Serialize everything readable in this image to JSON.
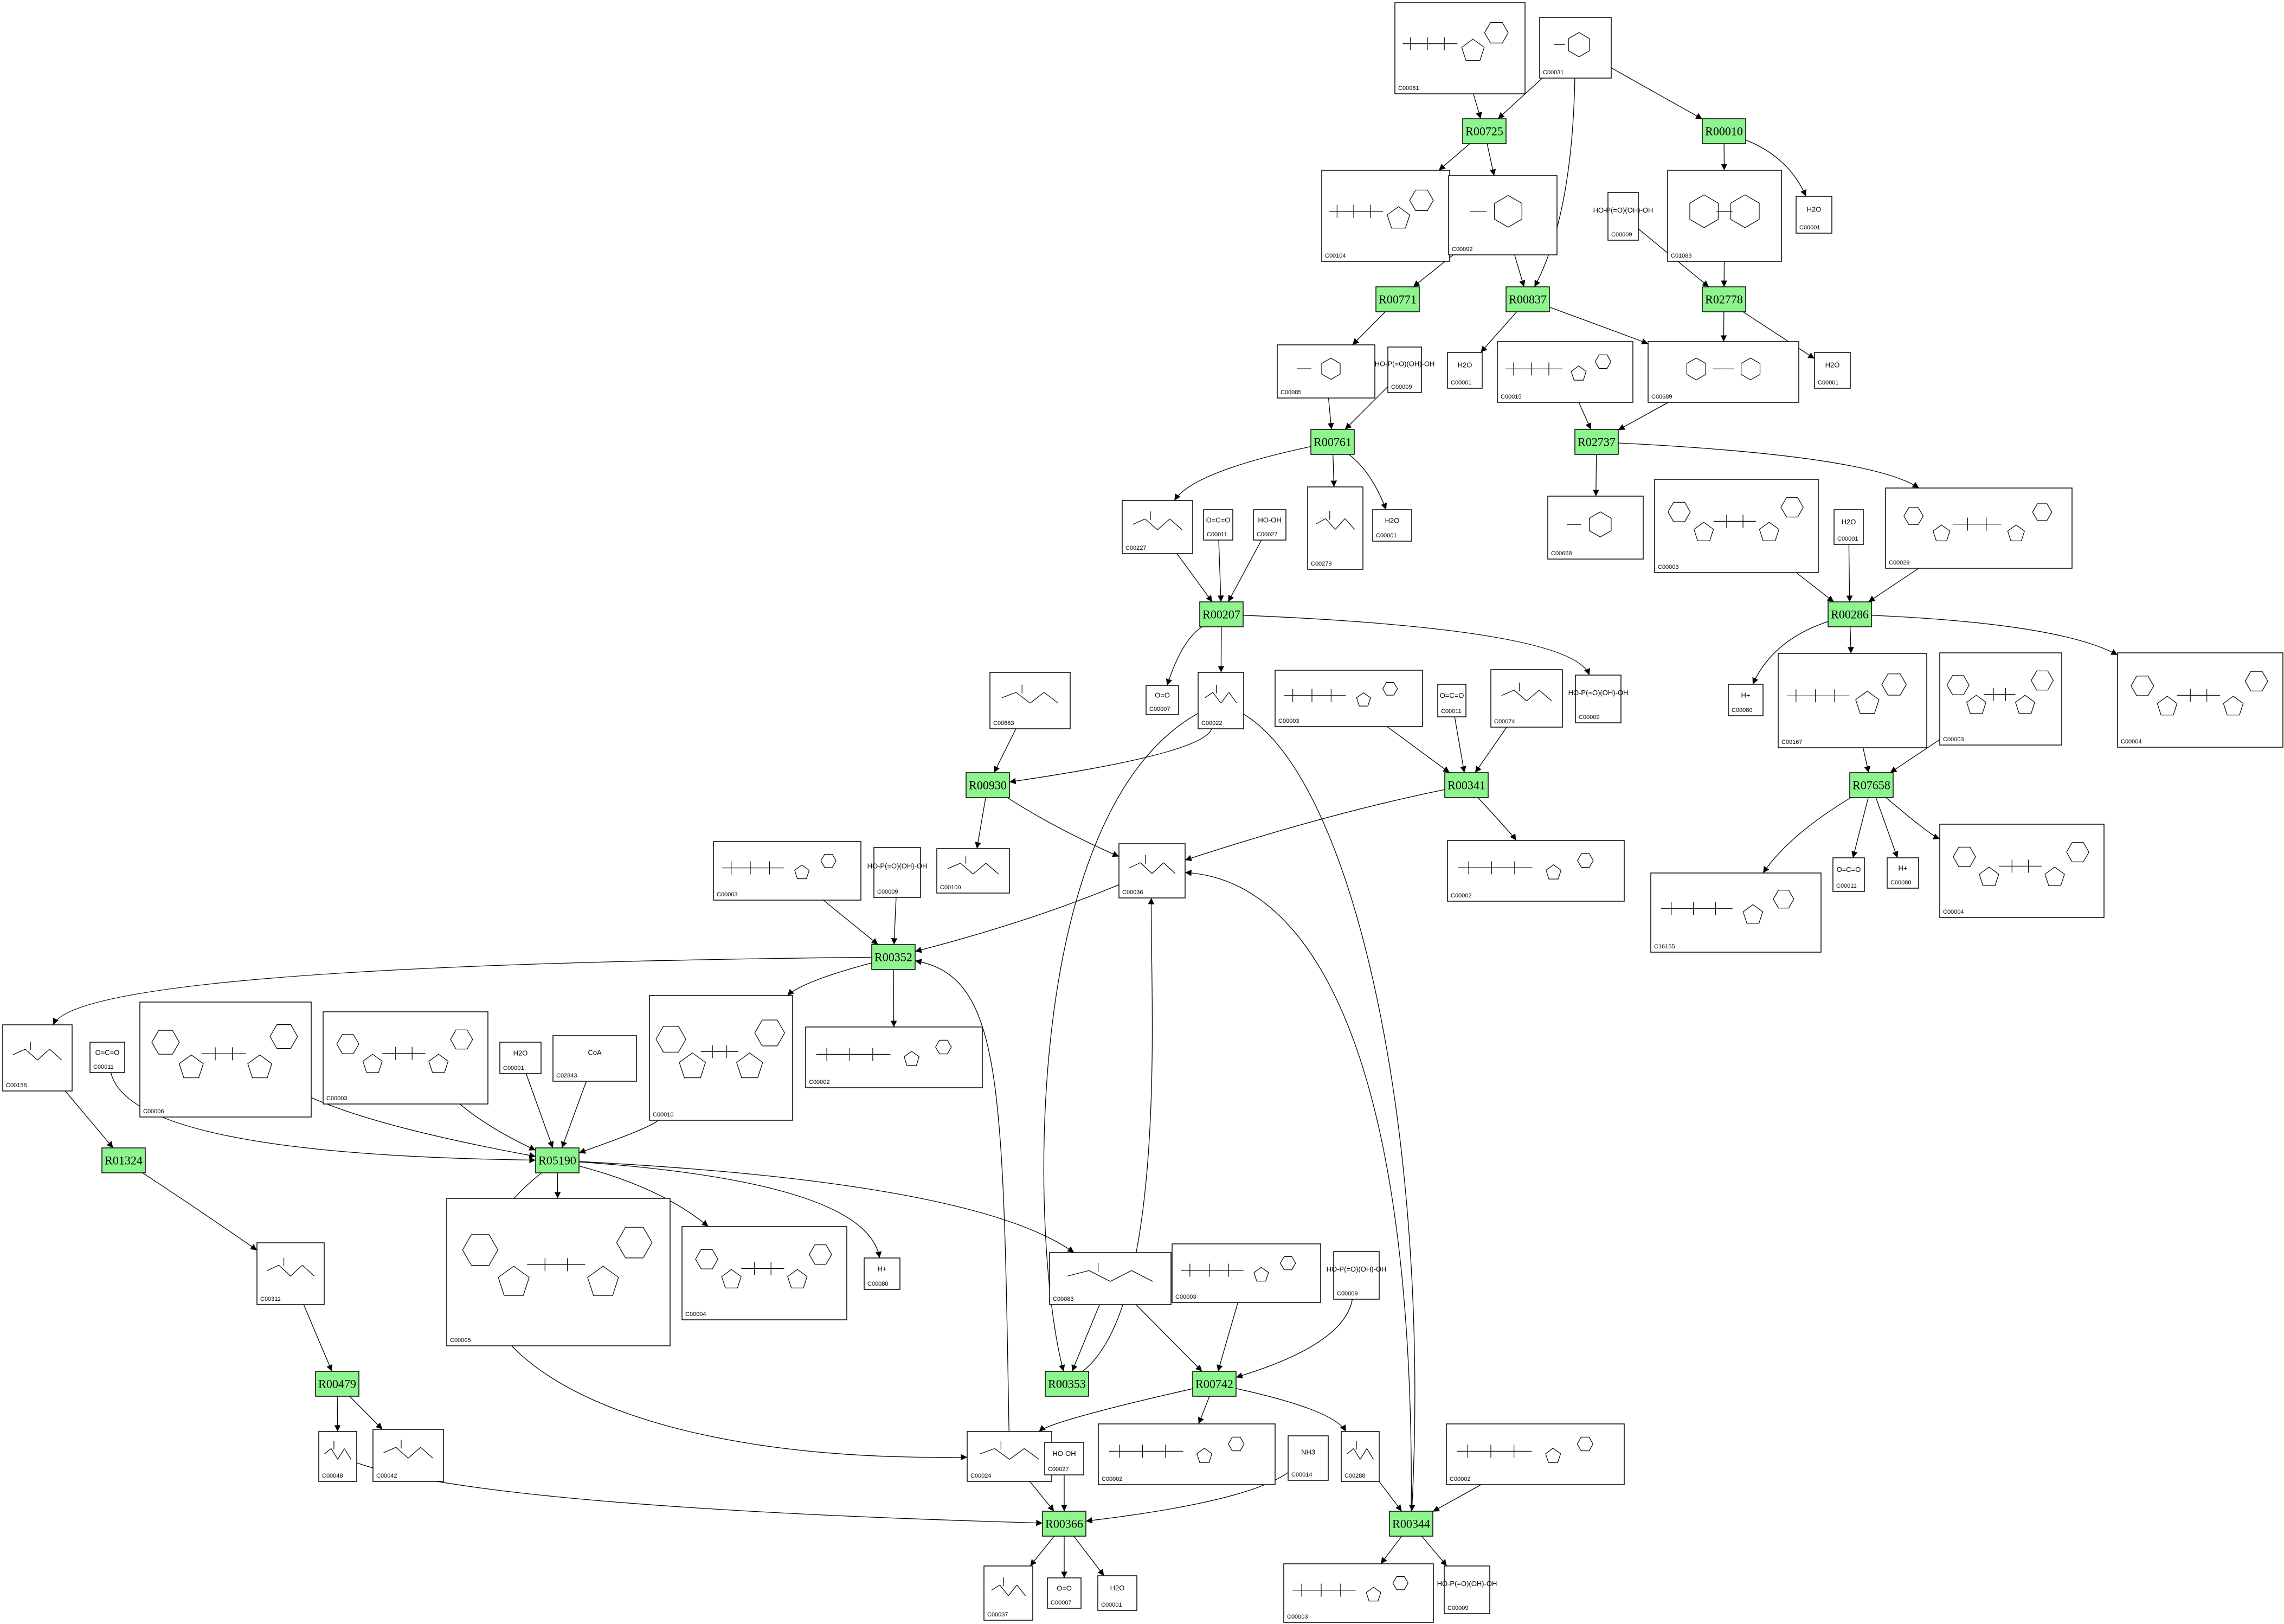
{
  "reactions": [
    {
      "id": "R00725",
      "label": "R00725"
    },
    {
      "id": "R00010",
      "label": "R00010"
    },
    {
      "id": "R00771",
      "label": "R00771"
    },
    {
      "id": "R00837",
      "label": "R00837"
    },
    {
      "id": "R02778",
      "label": "R02778"
    },
    {
      "id": "R00761",
      "label": "R00761"
    },
    {
      "id": "R02737",
      "label": "R02737"
    },
    {
      "id": "R00207",
      "label": "R00207"
    },
    {
      "id": "R00286",
      "label": "R00286"
    },
    {
      "id": "R00930",
      "label": "R00930"
    },
    {
      "id": "R00341",
      "label": "R00341"
    },
    {
      "id": "R07658",
      "label": "R07658"
    },
    {
      "id": "R00352",
      "label": "R00352"
    },
    {
      "id": "R01324",
      "label": "R01324"
    },
    {
      "id": "R05190",
      "label": "R05190"
    },
    {
      "id": "R00479",
      "label": "R00479"
    },
    {
      "id": "R00353",
      "label": "R00353"
    },
    {
      "id": "R00742",
      "label": "R00742"
    },
    {
      "id": "R00366",
      "label": "R00366"
    },
    {
      "id": "R00344",
      "label": "R00344"
    }
  ],
  "compounds": [
    {
      "id": "c1",
      "label": "C00081"
    },
    {
      "id": "c2",
      "label": "C00031"
    },
    {
      "id": "c3",
      "label": "C00104"
    },
    {
      "id": "c4",
      "label": "C00092"
    },
    {
      "id": "c5",
      "label": "C00009",
      "symbol": "HO-P(=O)(OH)-OH"
    },
    {
      "id": "c6",
      "label": "C01083"
    },
    {
      "id": "c7",
      "label": "C00001",
      "symbol": "H2O"
    },
    {
      "id": "c8",
      "label": "C00085"
    },
    {
      "id": "c9",
      "label": "C00009",
      "symbol": "HO-P(=O)(OH)-OH"
    },
    {
      "id": "c10",
      "label": "C00001",
      "symbol": "H2O"
    },
    {
      "id": "c11",
      "label": "C00015"
    },
    {
      "id": "c12",
      "label": "C00689"
    },
    {
      "id": "c13",
      "label": "C00001",
      "symbol": "H2O"
    },
    {
      "id": "c14",
      "label": "C00227"
    },
    {
      "id": "c15",
      "label": "C00011",
      "symbol": "O=C=O"
    },
    {
      "id": "c16",
      "label": "C00027",
      "symbol": "HO-OH"
    },
    {
      "id": "c17",
      "label": "C00279"
    },
    {
      "id": "c18",
      "label": "C00001",
      "symbol": "H2O"
    },
    {
      "id": "c19",
      "label": "C00668"
    },
    {
      "id": "c20",
      "label": "C00003"
    },
    {
      "id": "c21",
      "label": "C00001",
      "symbol": "H2O"
    },
    {
      "id": "c22",
      "label": "C00029"
    },
    {
      "id": "c23",
      "label": "C00683"
    },
    {
      "id": "c24",
      "label": "C00007",
      "symbol": "O=O"
    },
    {
      "id": "c25",
      "label": "C00022"
    },
    {
      "id": "c26",
      "label": "C00003"
    },
    {
      "id": "c27",
      "label": "C00011",
      "symbol": "O=C=O"
    },
    {
      "id": "c28",
      "label": "C00074"
    },
    {
      "id": "c29",
      "label": "C00009",
      "symbol": "HO-P(=O)(OH)-OH"
    },
    {
      "id": "c30",
      "label": "C00080",
      "symbol": "H+"
    },
    {
      "id": "c31",
      "label": "C00167"
    },
    {
      "id": "c32",
      "label": "C00003"
    },
    {
      "id": "c33",
      "label": "C00004"
    },
    {
      "id": "c34",
      "label": "C00100"
    },
    {
      "id": "c35",
      "label": "C00036"
    },
    {
      "id": "c36",
      "label": "C00002"
    },
    {
      "id": "c37",
      "label": "C00003"
    },
    {
      "id": "c38",
      "label": "C00009",
      "symbol": "HO-P(=O)(OH)-OH"
    },
    {
      "id": "c39",
      "label": "C16155"
    },
    {
      "id": "c40",
      "label": "C00011",
      "symbol": "O=C=O"
    },
    {
      "id": "c41",
      "label": "C00080",
      "symbol": "H+"
    },
    {
      "id": "c42",
      "label": "C00004"
    },
    {
      "id": "c43",
      "label": "C00158"
    },
    {
      "id": "c44",
      "label": "C00011",
      "symbol": "O=C=O"
    },
    {
      "id": "c45",
      "label": "C00006"
    },
    {
      "id": "c46",
      "label": "C00003"
    },
    {
      "id": "c47",
      "label": "C00001",
      "symbol": "H2O"
    },
    {
      "id": "c48",
      "label": "C02843",
      "symbol": "CoA"
    },
    {
      "id": "c49",
      "label": "C00010"
    },
    {
      "id": "c50",
      "label": "C00002"
    },
    {
      "id": "c51",
      "label": "C00311"
    },
    {
      "id": "c52",
      "label": "C00005"
    },
    {
      "id": "c53",
      "label": "C00004"
    },
    {
      "id": "c54",
      "label": "C00080",
      "symbol": "H+"
    },
    {
      "id": "c55",
      "label": "C00083"
    },
    {
      "id": "c56",
      "label": "C00003"
    },
    {
      "id": "c57",
      "label": "C00009",
      "symbol": "HO-P(=O)(OH)-OH"
    },
    {
      "id": "c58",
      "label": "C00048"
    },
    {
      "id": "c59",
      "label": "C00042"
    },
    {
      "id": "c60",
      "label": "C00024"
    },
    {
      "id": "c61",
      "label": "C00027",
      "symbol": "HO-OH"
    },
    {
      "id": "c62",
      "label": "C00002"
    },
    {
      "id": "c63",
      "label": "C00014",
      "symbol": "NH3"
    },
    {
      "id": "c64",
      "label": "C00288"
    },
    {
      "id": "c65",
      "label": "C00002"
    },
    {
      "id": "c66",
      "label": "C00037"
    },
    {
      "id": "c67",
      "label": "C00007",
      "symbol": "O=O"
    },
    {
      "id": "c68",
      "label": "C00001",
      "symbol": "H2O"
    },
    {
      "id": "c69",
      "label": "C00003"
    },
    {
      "id": "c70",
      "label": "C00009",
      "symbol": "HO-P(=O)(OH)-OH"
    }
  ]
}
